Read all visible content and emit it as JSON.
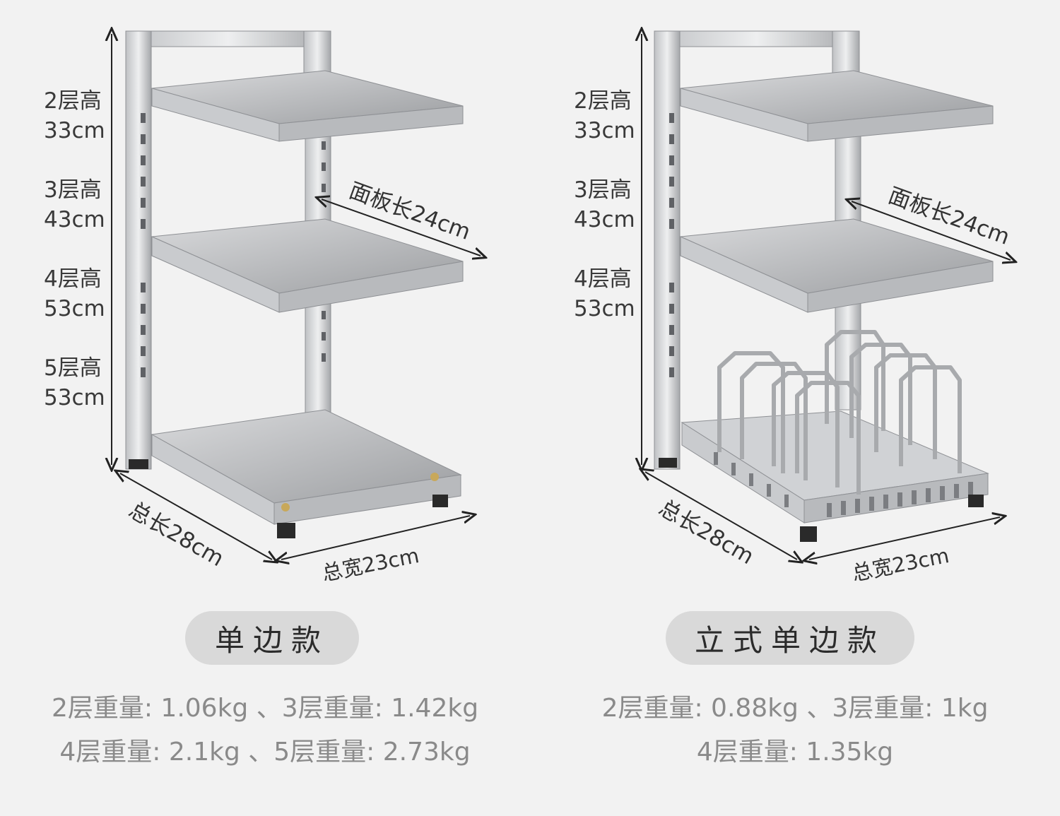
{
  "left": {
    "height_labels": [
      {
        "layer": "2层高",
        "height": "33cm"
      },
      {
        "layer": "3层高",
        "height": "43cm"
      },
      {
        "layer": "4层高",
        "height": "53cm"
      },
      {
        "layer": "5层高",
        "height": "53cm"
      }
    ],
    "panel_length": "面板长24cm",
    "total_length": "总长28cm",
    "total_width": "总宽23cm",
    "model_name": "单边款",
    "weights_line1": "2层重量: 1.06kg 、3层重量: 1.42kg",
    "weights_line2": "4层重量: 2.1kg 、5层重量: 2.73kg"
  },
  "right": {
    "height_labels": [
      {
        "layer": "2层高",
        "height": "33cm"
      },
      {
        "layer": "3层高",
        "height": "43cm"
      },
      {
        "layer": "4层高",
        "height": "53cm"
      }
    ],
    "panel_length": "面板长24cm",
    "total_length": "总长28cm",
    "total_width": "总宽23cm",
    "model_name": "立式单边款",
    "weights_line1": "2层重量: 0.88kg 、3层重量: 1kg",
    "weights_line2": "4层重量: 1.35kg"
  }
}
